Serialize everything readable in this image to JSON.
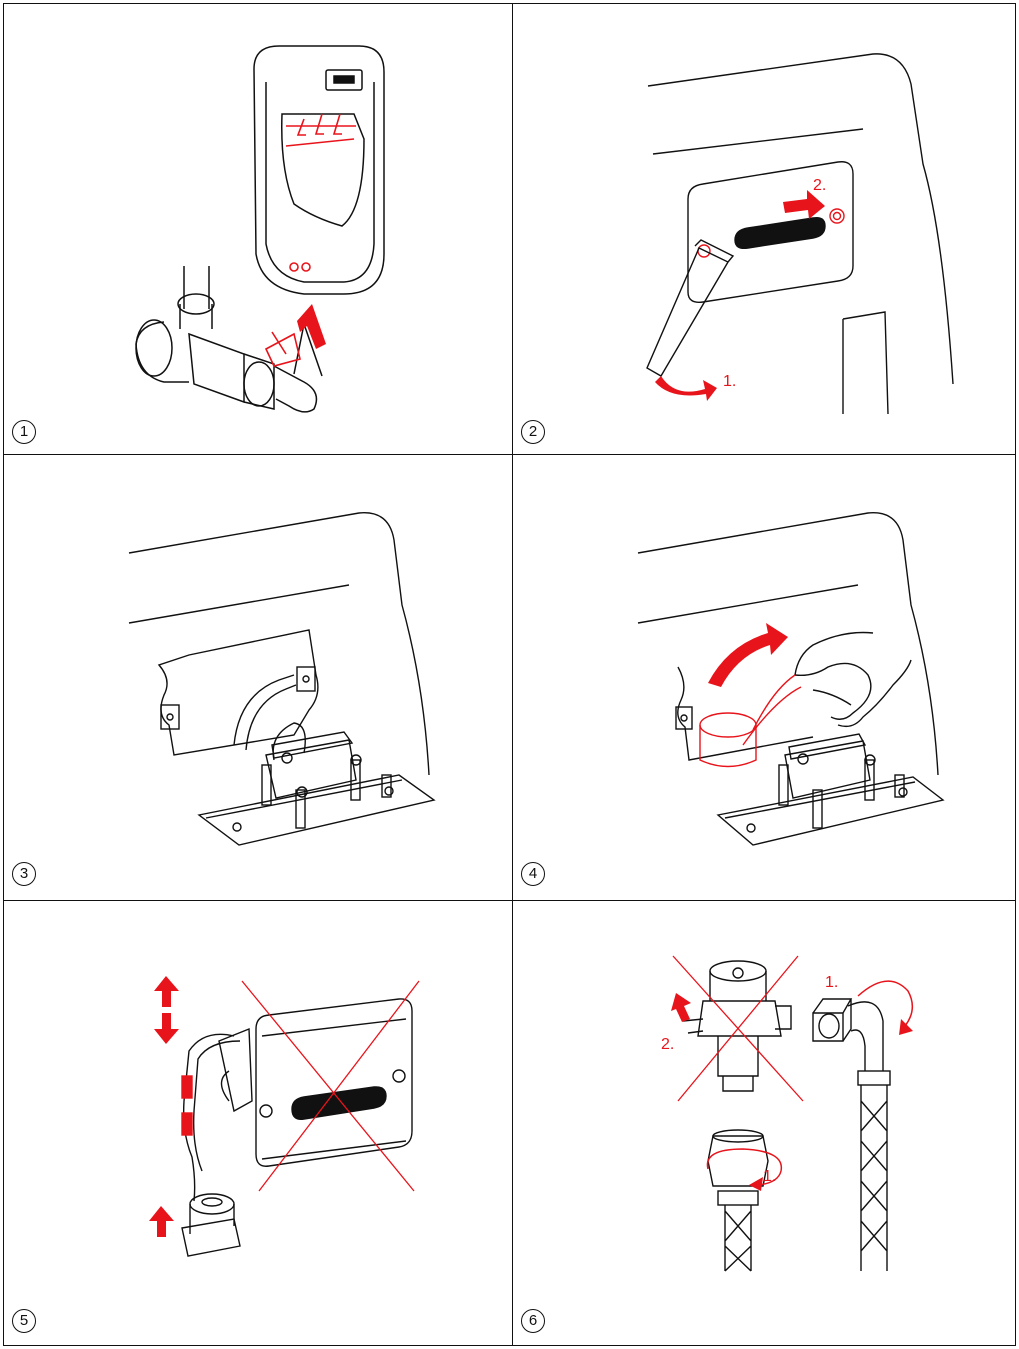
{
  "colors": {
    "accent": "#e8141b",
    "line": "#111111",
    "background": "#ffffff"
  },
  "steps": [
    {
      "number": "1"
    },
    {
      "number": "2",
      "labels": [
        "2.",
        "1."
      ]
    },
    {
      "number": "3"
    },
    {
      "number": "4"
    },
    {
      "number": "5"
    },
    {
      "number": "6",
      "labels": [
        "1.",
        "2.",
        "1."
      ]
    }
  ]
}
